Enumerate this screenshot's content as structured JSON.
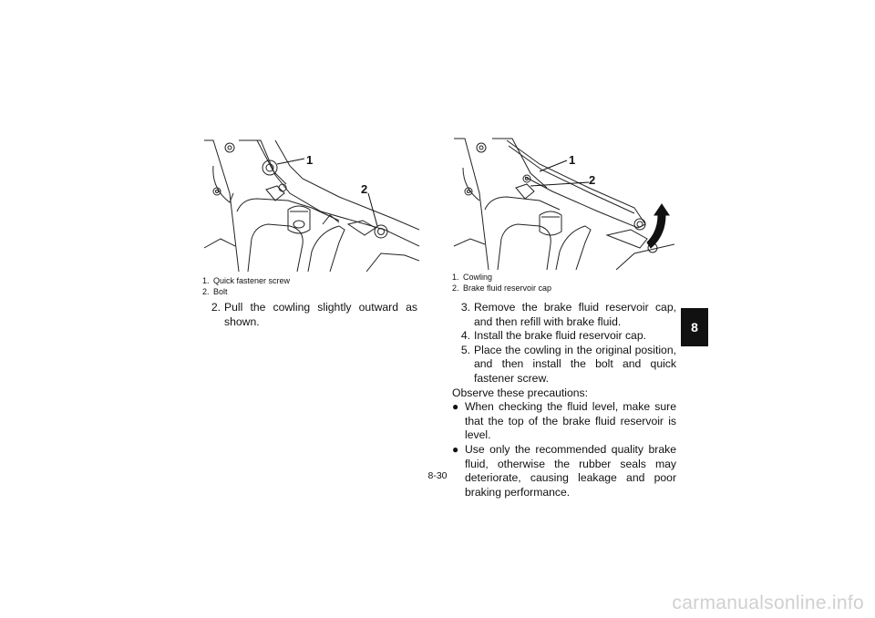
{
  "figure_left": {
    "callout_1": "1",
    "callout_2": "2",
    "captions": [
      {
        "num": "1.",
        "text": "Quick fastener screw"
      },
      {
        "num": "2.",
        "text": "Bolt"
      }
    ]
  },
  "step_2": {
    "num": "2.",
    "text": "Pull the cowling slightly outward as shown."
  },
  "figure_right": {
    "callout_1": "1",
    "callout_2": "2",
    "captions": [
      {
        "num": "1.",
        "text": "Cowling"
      },
      {
        "num": "2.",
        "text": "Brake fluid reservoir cap"
      }
    ]
  },
  "steps_right": [
    {
      "num": "3.",
      "text": "Remove the brake fluid reservoir cap, and then refill with brake fluid."
    },
    {
      "num": "4.",
      "text": "Install the brake fluid reservoir cap."
    },
    {
      "num": "5.",
      "text": "Place the cowling in the original position, and then install the bolt and quick fastener screw."
    }
  ],
  "precautions_intro": "Observe these precautions:",
  "bullets": [
    {
      "symbol": "●",
      "text": "When checking the fluid level, make sure that the top of the brake fluid reservoir is level."
    },
    {
      "symbol": "●",
      "text": "Use only the recommended quality brake fluid, otherwise the rubber seals may deteriorate, causing leakage and poor braking performance."
    }
  ],
  "chapter_tab": "8",
  "page_number": "8-30",
  "watermark": "carmanualsonline.info"
}
